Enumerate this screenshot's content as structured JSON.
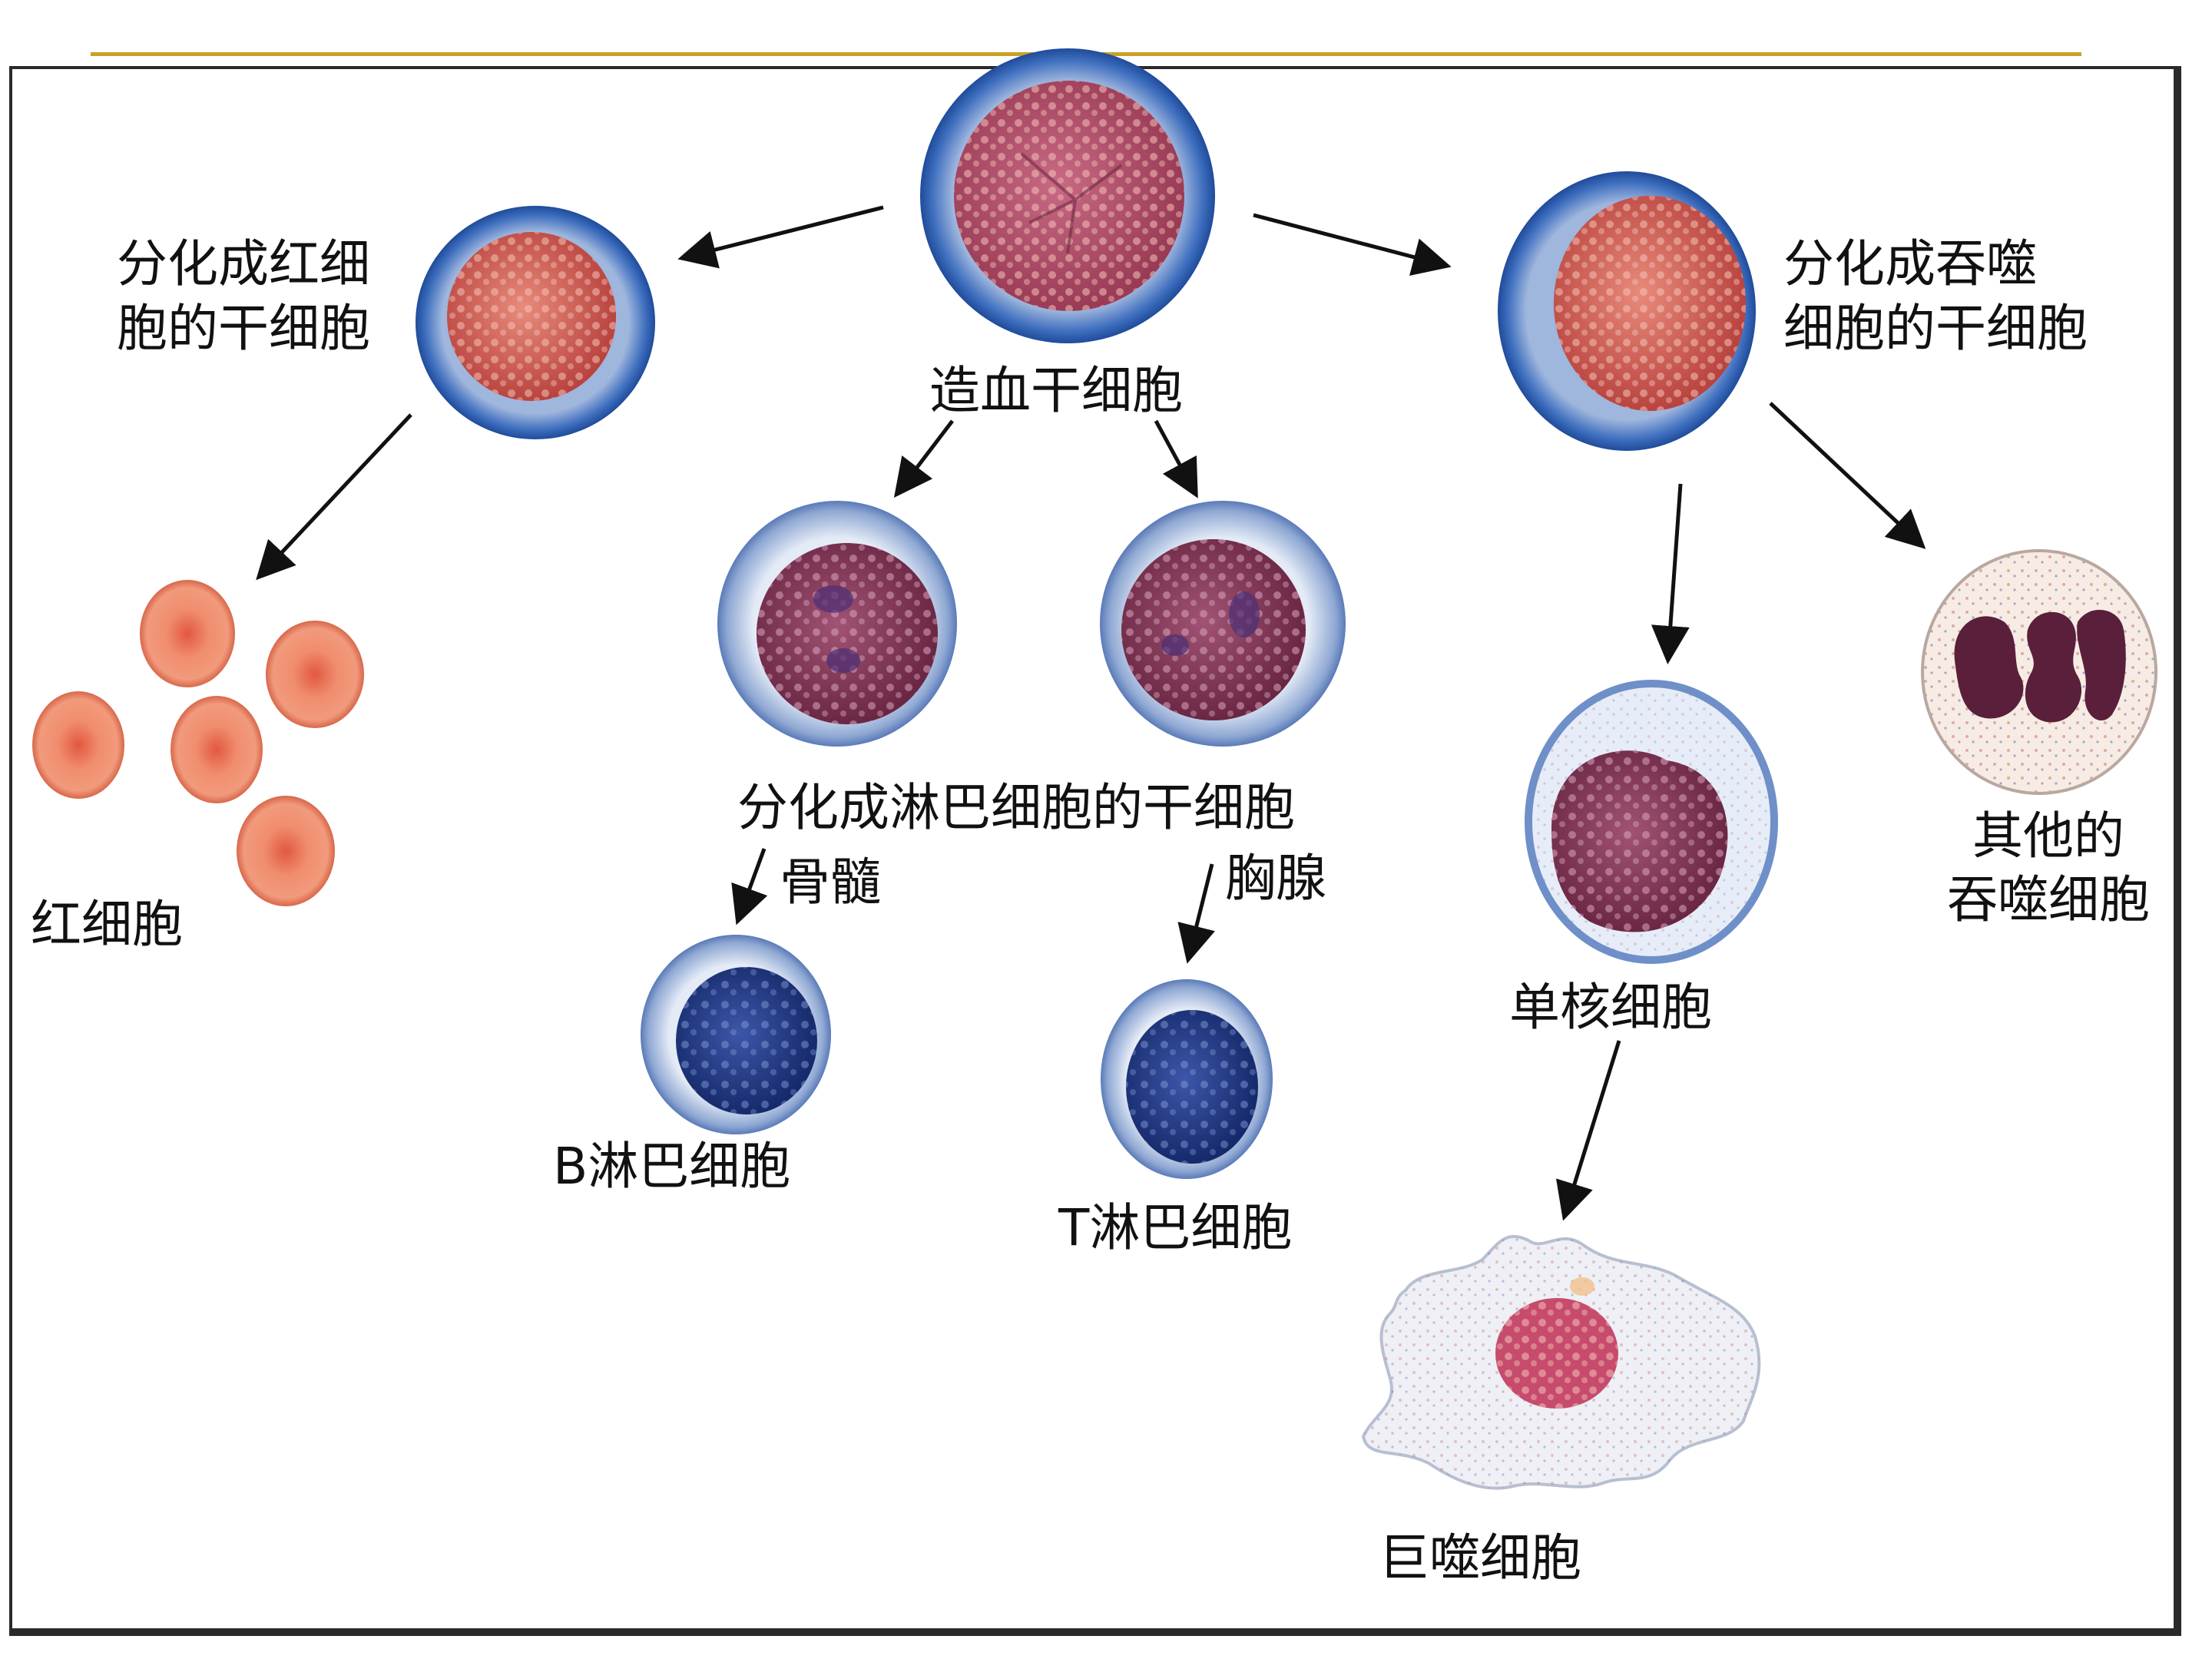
{
  "colors": {
    "accent_line": "#c9a227",
    "frame": "#2a2a2a",
    "arrow": "#111111",
    "cell_membrane_blue": "#2f5fa8",
    "nucleus_red": "#c4574f",
    "nucleus_purple": "#7a3550",
    "lymph_nucleus_blue": "#1e2f7a",
    "red_blood_cell": "#ec7a5c"
  },
  "labels": {
    "stem_cell": "造血干细胞",
    "erythroid_stem_line1": "分化成红细",
    "erythroid_stem_line2": "胞的干细胞",
    "phagocyte_stem_line1": "分化成吞噬",
    "phagocyte_stem_line2": "细胞的干细胞",
    "red_blood_cells": "红细胞",
    "lymphoid_stem": "分化成淋巴细胞的干细胞",
    "bone_marrow": "骨髓",
    "thymus": "胸腺",
    "b_lymphocyte": "B淋巴细胞",
    "t_lymphocyte": "T淋巴细胞",
    "monocyte": "单核细胞",
    "other_phagocytes_line1": "其他的",
    "other_phagocytes_line2": "吞噬细胞",
    "macrophage": "巨噬细胞"
  },
  "icons": [
    "hematopoietic-stem-cell",
    "erythroid-progenitor-cell",
    "myeloid-progenitor-cell",
    "lymphoid-progenitor-cell",
    "red-blood-cell",
    "b-lymphocyte",
    "t-lymphocyte",
    "monocyte",
    "granulocyte",
    "macrophage"
  ]
}
